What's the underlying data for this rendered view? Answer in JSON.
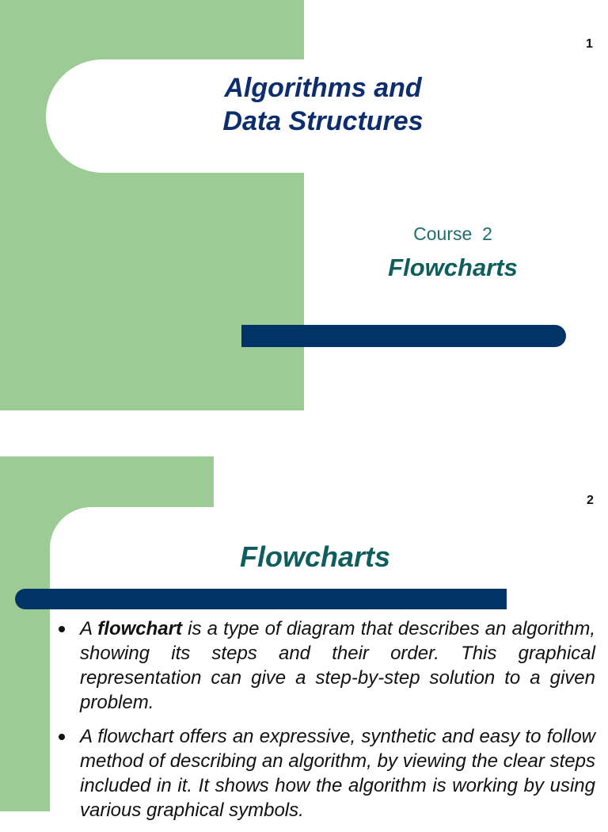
{
  "slide1": {
    "number": "1",
    "title_line1": "Algorithms and",
    "title_line2": "Data Structures",
    "course": "Course  2",
    "subtitle": "Flowcharts"
  },
  "slide2": {
    "number": "2",
    "title": "Flowcharts",
    "bullets": [
      {
        "pre": "A ",
        "bold": "flowchart",
        "post": " is a type of diagram that describes an algorithm, showing its steps and their order. This graphical representation can give a step-by-step solution to a given problem."
      },
      {
        "pre": "A flowchart offers an expressive, synthetic and easy to follow method of describing an algorithm, by viewing the clear steps included in it. It shows how the algorithm is working by using various graphical symbols.",
        "bold": "",
        "post": ""
      }
    ]
  },
  "colors": {
    "green": "#9dcb95",
    "navy": "#003366",
    "title_blue": "#0d2e6e",
    "teal": "#0f5e5e"
  }
}
